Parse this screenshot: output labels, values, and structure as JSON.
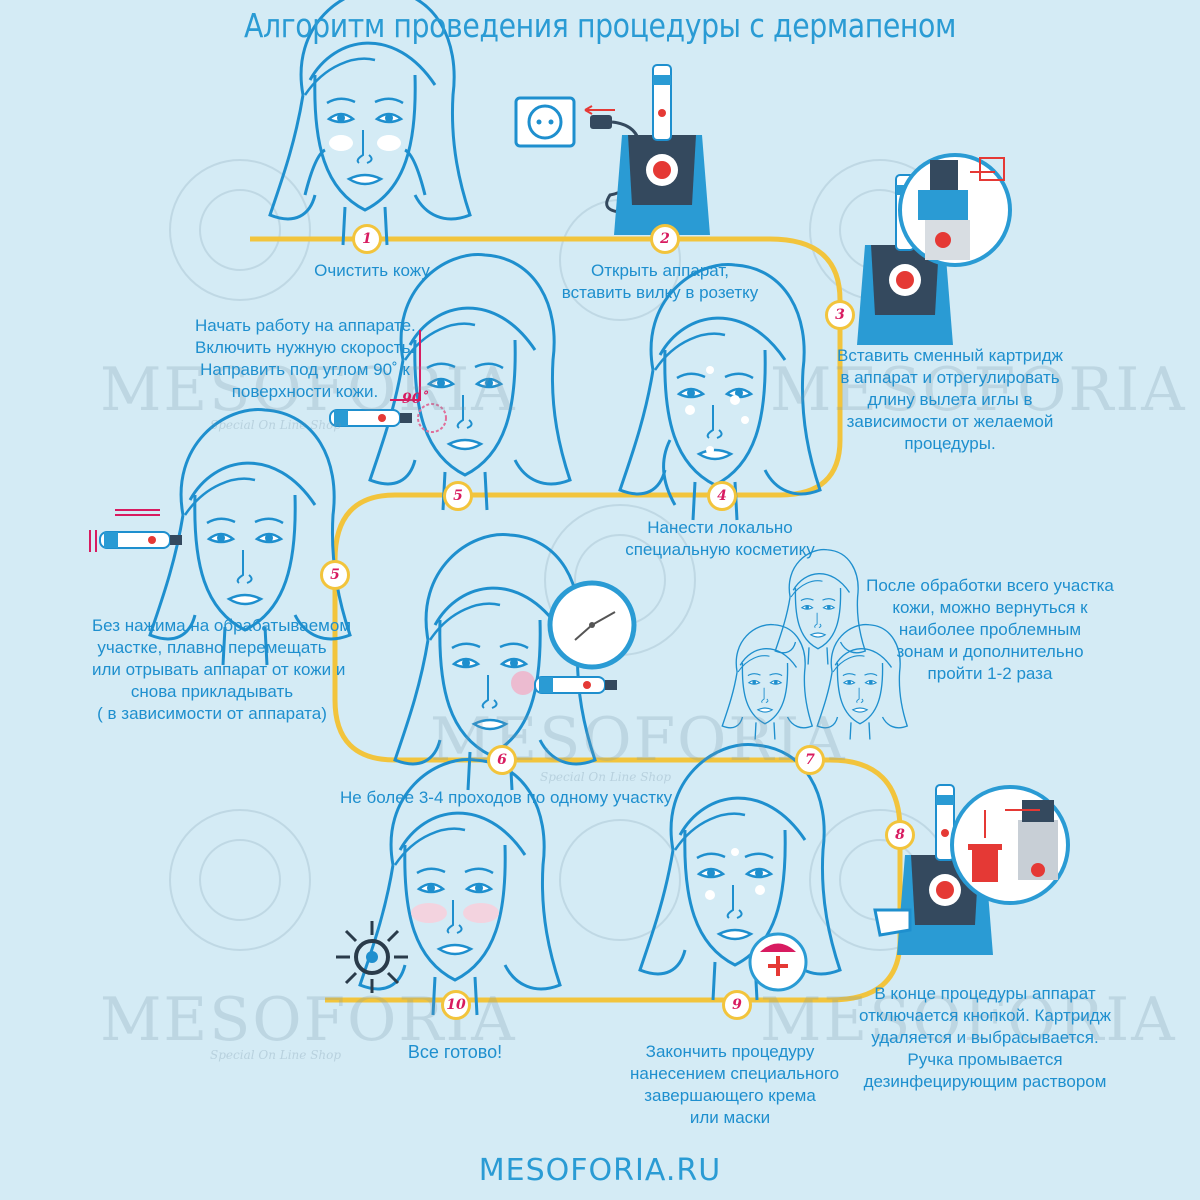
{
  "title": "Алгоритм проведения процедуры с дермапеном",
  "footer": "MESOFORIA.RU",
  "watermark": {
    "brand": "MESOFORIA",
    "tagline": "Special On Line Shop"
  },
  "colors": {
    "path": "#f2c43c",
    "accent": "#2a9bd4",
    "number": "#d81b60",
    "background": "#d4ebf5"
  },
  "steps": [
    {
      "num": "1",
      "caption": [
        "Очистить кожу"
      ]
    },
    {
      "num": "2",
      "caption": [
        "Открыть аппарат,",
        "вставить вилку в розетку"
      ]
    },
    {
      "num": "3",
      "caption": [
        "Вставить сменный картридж",
        "в аппарат и отрегулировать",
        "длину вылета иглы в",
        "зависимости от желаемой",
        "процедуры."
      ]
    },
    {
      "num": "4",
      "caption": [
        "Нанести локально",
        "специальную косметику"
      ]
    },
    {
      "num": "5",
      "caption": [
        "Начать работу на аппарате.",
        "Включить нужную скорость.",
        "Направить под углом 90˚ к",
        "поверхности кожи."
      ]
    },
    {
      "num": "5",
      "caption": [
        "Без нажима на обрабатываемом",
        "участке, плавно перемещать",
        "или отрывать аппарат от кожи и",
        "снова прикладывать",
        "( в зависимости от аппарата)"
      ]
    },
    {
      "num": "6",
      "caption": [
        "Не более 3-4 проходов по одному участку"
      ]
    },
    {
      "num": "7",
      "caption": [
        "После обработки всего участка",
        "кожи, можно вернуться к",
        "наиболее проблемным",
        "зонам и дополнительно",
        "пройти 1-2 раза"
      ]
    },
    {
      "num": "8",
      "caption": [
        "В конце процедуры аппарат",
        "отключается кнопкой. Картридж",
        "удаляется и выбрасывается.",
        "Ручка промывается",
        "дезинфецирующим раствором"
      ]
    },
    {
      "num": "9",
      "caption": [
        "Закончить процедуру",
        "нанесением специального",
        "завершающего крема",
        "или маски"
      ]
    },
    {
      "num": "10",
      "caption": [
        "Все готово!"
      ]
    }
  ],
  "angle_label": "90˚",
  "icons": [
    "face-icon",
    "socket-icon",
    "plug-icon",
    "dermapen-icon",
    "cartridge-icon",
    "clock-icon",
    "trash-icon",
    "cream-icon",
    "hand-pointer-icon",
    "sun-icon"
  ]
}
